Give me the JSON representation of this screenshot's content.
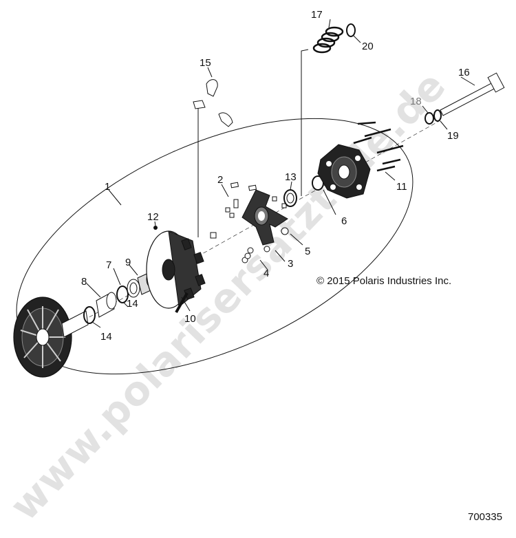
{
  "diagram": {
    "copyright": "© 2015 Polaris Industries Inc.",
    "figure_number": "700335",
    "watermark": "www.polarisersatzteile.de",
    "callouts": {
      "c1": "1",
      "c2": "2",
      "c3": "3",
      "c4": "4",
      "c5": "5",
      "c6": "6",
      "c7": "7",
      "c8": "8",
      "c9": "9",
      "c10": "10",
      "c11": "11",
      "c12": "12",
      "c13": "13",
      "c14a": "14",
      "c14b": "14",
      "c15": "15",
      "c16": "16",
      "c17": "17",
      "c18": "18",
      "c19": "19",
      "c20": "20"
    }
  },
  "colors": {
    "ink": "#111111",
    "watermark": "#d9d9d9",
    "background": "#ffffff"
  }
}
